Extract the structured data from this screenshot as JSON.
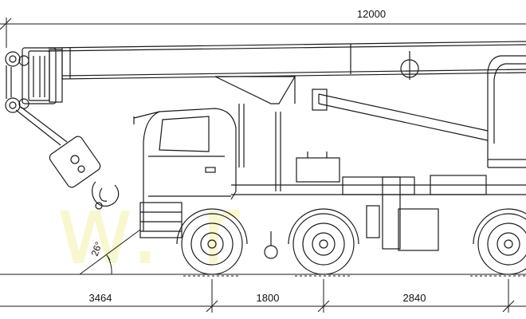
{
  "dimensions": {
    "overall_length": "12000",
    "front_overhang": "3464",
    "axle_spacing_1": "1800",
    "axle_spacing_2": "2840"
  },
  "approach_angle": "26°",
  "watermark": "w.         r",
  "colors": {
    "line": "#1a1a1a",
    "watermark": "#f5f2a8",
    "background": "#ffffff"
  }
}
